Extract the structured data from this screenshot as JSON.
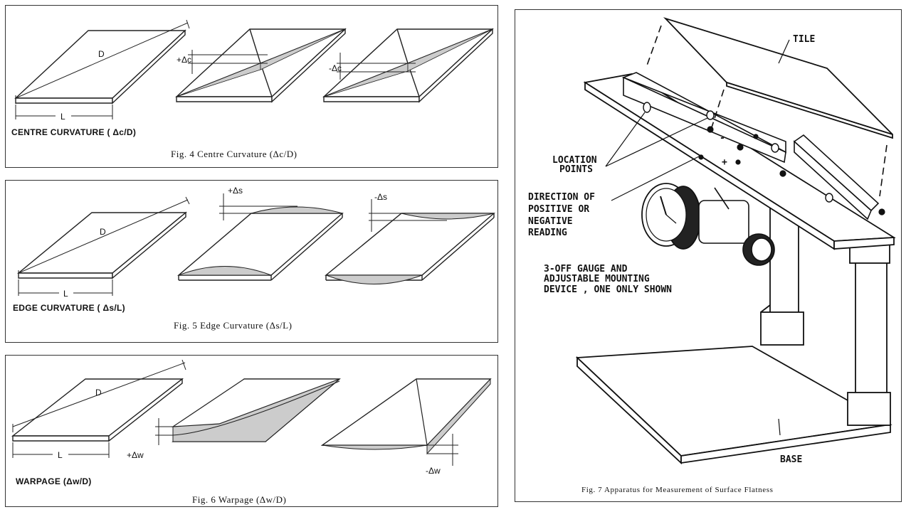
{
  "fig4": {
    "caption": "Fig. 4  Centre Curvature (Δc/D)",
    "title_label": "CENTRE CURVATURE ( Δc/D)",
    "dim_d": "D",
    "dim_l": "L",
    "plus_dc": "+Δc",
    "minus_dc": "-Δc"
  },
  "fig5": {
    "caption": "Fig. 5  Edge Curvature (Δs/L)",
    "title_label": "EDGE CURVATURE ( Δs/L)",
    "dim_d": "D",
    "dim_l": "L",
    "plus_ds": "+Δs",
    "minus_ds": "-Δs"
  },
  "fig6": {
    "caption": "Fig. 6  Warpage (Δw/D)",
    "title_label": "WARPAGE (Δw/D)",
    "dim_d": "D",
    "dim_l": "L",
    "plus_dw": "+Δw",
    "minus_dw": "-Δw"
  },
  "fig7": {
    "caption": "Fig. 7  Apparatus for Measurement of Surface Flatness",
    "tile": "TILE",
    "location_1": "LOCATION",
    "location_2": "POINTS",
    "direction_1": "DIRECTION OF",
    "direction_2": "POSITIVE OR",
    "direction_3": "NEGATIVE",
    "direction_4": "READING",
    "gauge_1": "3-OFF GAUGE AND",
    "gauge_2": "ADJUSTABLE MOUNTING",
    "gauge_3": "DEVICE , ONE ONLY SHOWN",
    "base": "BASE",
    "minus_sign": "-",
    "plus_sign": "+"
  }
}
